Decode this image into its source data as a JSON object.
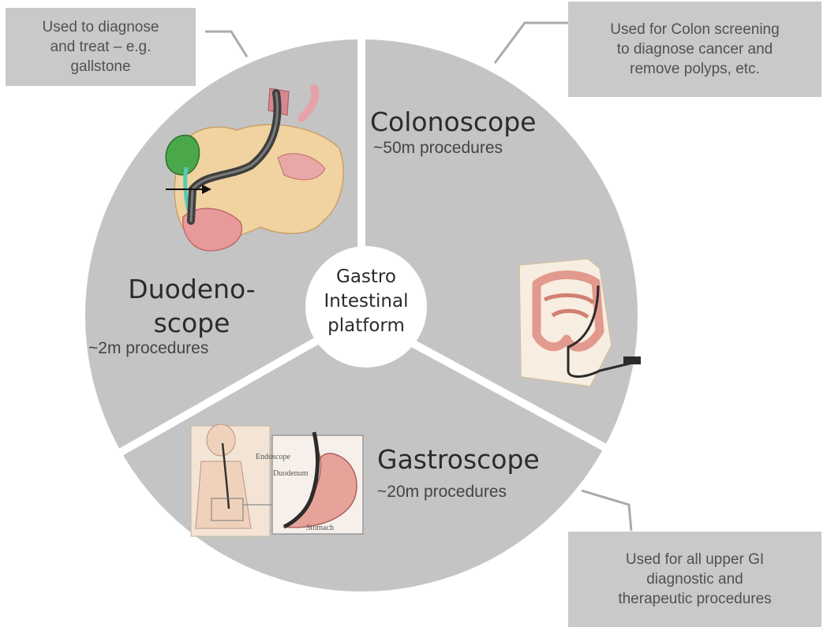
{
  "center": {
    "lines": [
      "Gastro",
      "Intestinal",
      "platform"
    ]
  },
  "segments": {
    "colonoscope": {
      "title": "Colonoscope",
      "procedures": "~50m procedures",
      "callout": [
        "Used for Colon screening",
        "to diagnose cancer and",
        "remove polyps, etc."
      ]
    },
    "duodenoscope": {
      "title_lines": [
        "Duodeno-",
        "scope"
      ],
      "procedures": "~2m procedures",
      "callout": [
        "Used to diagnose",
        "and treat – e.g.",
        "gallstone"
      ]
    },
    "gastroscope": {
      "title": "Gastroscope",
      "procedures": "~20m procedures",
      "callout": [
        "Used for all upper GI",
        "diagnostic and",
        "therapeutic procedures"
      ],
      "image_labels": [
        "Endoscope",
        "Duodenum",
        "Stomach"
      ]
    }
  },
  "colors": {
    "segment_fill": "#c4c4c4",
    "center_fill": "#ffffff",
    "callout_fill": "#c9c9c9",
    "leader_line": "#aaaaaa",
    "text_dark": "#2b2b2b",
    "text_mid": "#444444"
  }
}
